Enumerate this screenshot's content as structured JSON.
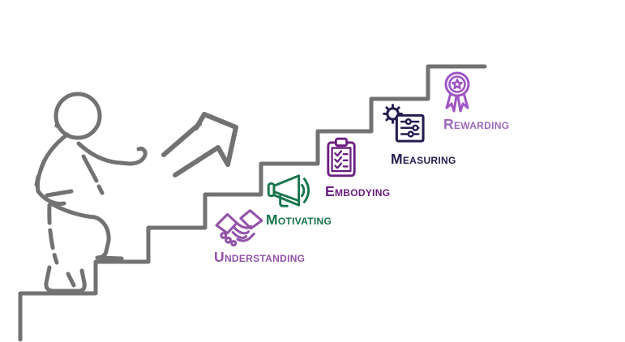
{
  "artwork": {
    "line_color": "#727272",
    "elements": [
      "climbing-person-figure",
      "upward-arrow",
      "staircase-outline"
    ]
  },
  "steps": [
    {
      "id": "understanding",
      "label": "Understanding",
      "color": "#9353A8",
      "icon": "handshake-icon"
    },
    {
      "id": "motivating",
      "label": "Motivating",
      "color": "#17754A",
      "icon": "megaphone-icon"
    },
    {
      "id": "embodying",
      "label": "Embodying",
      "color": "#6B1D80",
      "icon": "clipboard-checklist-icon"
    },
    {
      "id": "measuring",
      "label": "Measuring",
      "color": "#251C51",
      "icon": "gear-sliders-icon"
    },
    {
      "id": "rewarding",
      "label": "Rewarding",
      "color": "#9C68BA",
      "icon_color": "#9E55C5",
      "icon": "award-ribbon-icon"
    }
  ]
}
